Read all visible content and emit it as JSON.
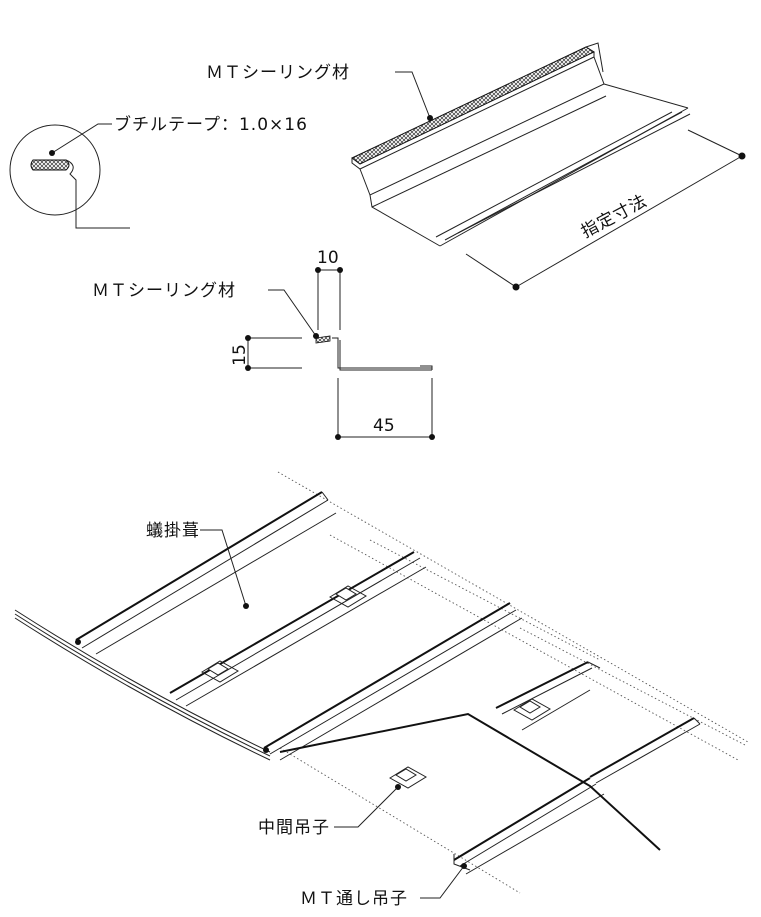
{
  "labels": {
    "mt_sealing_top": "ＭＴシーリング材",
    "butyl_tape": "ブチルテープ：1.0×16",
    "specified_size": "指定寸法",
    "mt_sealing_section": "ＭＴシーリング材",
    "kakegake_roof": "蟻掛葺",
    "middle_clip": "中間吊子",
    "mt_through_clip": "ＭＴ通し吊子"
  },
  "dimensions": {
    "width_10": "10",
    "height_15": "15",
    "width_45": "45"
  }
}
